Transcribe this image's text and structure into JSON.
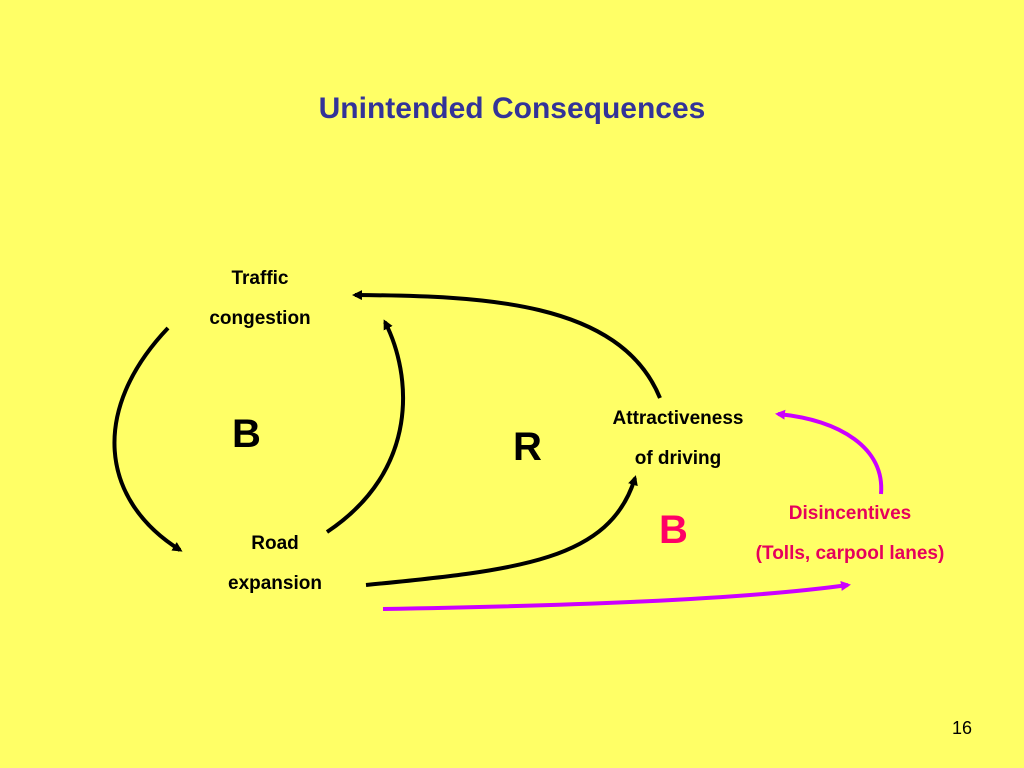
{
  "slide": {
    "title": "Unintended Consequences",
    "page_number": "16"
  },
  "nodes": {
    "traffic_congestion": {
      "line1": "Traffic",
      "line2": "congestion"
    },
    "road_expansion": {
      "line1": "Road",
      "line2": "expansion"
    },
    "attractiveness_of_driving": {
      "line1": "Attractiveness",
      "line2": "of driving"
    },
    "disincentives": {
      "line1": "Disincentives",
      "line2": "(Tolls, carpool lanes)"
    }
  },
  "loops": {
    "balancing_1": "B",
    "reinforcing": "R",
    "balancing_2": "B"
  },
  "colors": {
    "background": "#ffff66",
    "title": "#333399",
    "black_arrow": "#000000",
    "purple_arrow": "#cc00ff",
    "magenta_text": "#e6005c"
  }
}
